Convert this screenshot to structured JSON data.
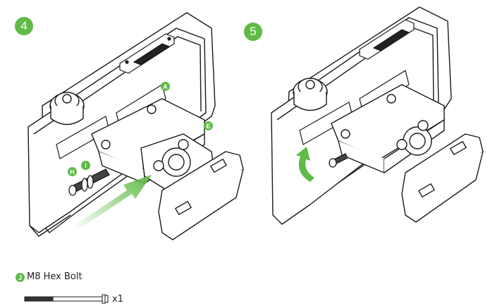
{
  "steps": {
    "step4": {
      "number": "4"
    },
    "step5": {
      "number": "5"
    }
  },
  "callouts": {
    "a": "A",
    "e": "E",
    "h": "H",
    "i": "I",
    "j": "J"
  },
  "legend": {
    "part_name": "M8 Hex Bolt",
    "quantity": "x1"
  },
  "colors": {
    "accent": "#5fba46",
    "line": "#1a1a1a"
  }
}
